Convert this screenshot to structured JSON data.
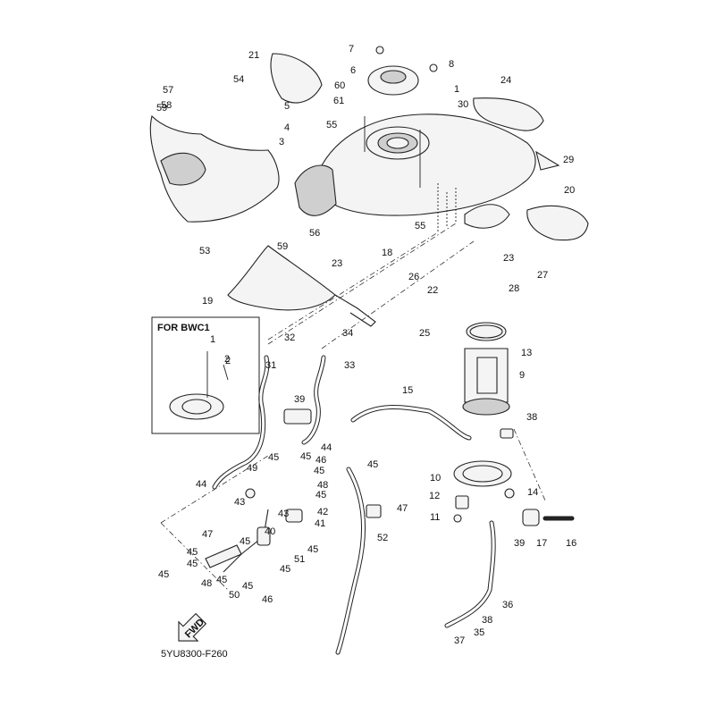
{
  "diagram": {
    "inset_title": "FOR BWC1",
    "fwd_label": "FWD",
    "drawing_code": "5YU8300-F260"
  },
  "callouts": [
    "1",
    "2",
    "3",
    "4",
    "5",
    "6",
    "7",
    "8",
    "9",
    "10",
    "11",
    "12",
    "13",
    "14",
    "15",
    "16",
    "17",
    "18",
    "19",
    "20",
    "21",
    "22",
    "23",
    "23",
    "24",
    "25",
    "26",
    "27",
    "28",
    "29",
    "30",
    "31",
    "32",
    "33",
    "34",
    "35",
    "36",
    "37",
    "38",
    "38",
    "39",
    "39",
    "40",
    "41",
    "42",
    "43",
    "43",
    "44",
    "44",
    "45",
    "45",
    "45",
    "45",
    "45",
    "45",
    "45",
    "45",
    "45",
    "45",
    "45",
    "45",
    "45",
    "46",
    "46",
    "47",
    "47",
    "48",
    "48",
    "49",
    "50",
    "51",
    "52",
    "53",
    "54",
    "55",
    "55",
    "56",
    "57",
    "58",
    "59",
    "59",
    "60",
    "61",
    "1",
    "2"
  ]
}
